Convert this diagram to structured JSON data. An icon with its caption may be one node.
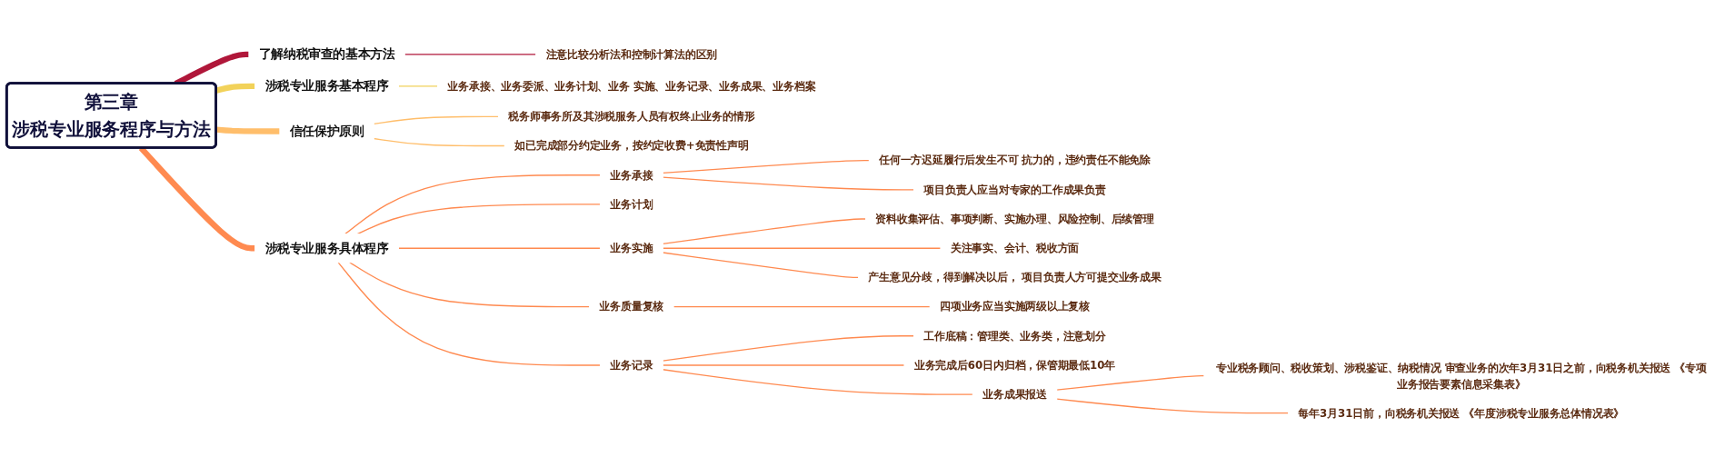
{
  "diagram": {
    "nodes": [
      {
        "text": [
          "第三章",
          "涉税专业服务程序与方法"
        ]
      },
      {
        "text": [
          "了解纳税审查的基本方法"
        ]
      },
      {
        "text": [
          "注意比较分析法和控制计算法的区别"
        ]
      },
      {
        "text": [
          "涉税专业服务基本程序"
        ]
      },
      {
        "text": [
          "业务承接、业务委派、业务计划、业务 实施、业务记录、业务成果、业务档案"
        ]
      },
      {
        "text": [
          "信任保护原则"
        ]
      },
      {
        "text": [
          "税务师事务所及其涉税服务人员有权终止业务的情形"
        ]
      },
      {
        "text": [
          "如已完成部分约定业务，按约定收费+免责性声明"
        ]
      },
      {
        "text": [
          "涉税专业服务具体程序"
        ]
      },
      {
        "text": [
          "业务承接"
        ]
      },
      {
        "text": [
          "任何一方迟延履行后发生不可 抗力的，违约责任不能免除"
        ]
      },
      {
        "text": [
          "项目负责人应当对专家的工作成果负责"
        ]
      },
      {
        "text": [
          "业务计划"
        ]
      },
      {
        "text": [
          "业务实施"
        ]
      },
      {
        "text": [
          "资料收集评估、事项判断、实施办理、风险控制、后续管理"
        ]
      },
      {
        "text": [
          "关注事实、会计、税收方面"
        ]
      },
      {
        "text": [
          "产生意见分歧，得到解决以后， 项目负责人方可提交业务成果"
        ]
      },
      {
        "text": [
          "业务质量复核"
        ]
      },
      {
        "text": [
          "四项业务应当实施两级以上复核"
        ]
      },
      {
        "text": [
          "业务记录"
        ]
      },
      {
        "text": [
          "工作底稿：管理类、业务类，注意划分"
        ]
      },
      {
        "text": [
          "业务完成后60日内归档，保管期最低10年"
        ]
      },
      {
        "text": [
          "业务成果报送"
        ]
      },
      {
        "text": [
          "专业税务顾问、税收策划、涉税鉴证、纳税情况 审查业务的次年3月31日之前，向税务机关报送 《专项业务报告要素信息采集表》"
        ]
      },
      {
        "text": [
          "每年3月31日前，向税务机关报送 《年度涉税专业服务总体情况表》"
        ]
      }
    ],
    "edges": [
      {
        "from": 0,
        "to": 1,
        "arrow": "none",
        "style": "thick",
        "color": "#b0173a"
      },
      {
        "from": 1,
        "to": 2,
        "arrow": "none",
        "color": "#b0173a"
      },
      {
        "from": 0,
        "to": 3,
        "arrow": "none",
        "style": "thick",
        "color": "#f2d25a"
      },
      {
        "from": 3,
        "to": 4,
        "arrow": "none",
        "color": "#f2d25a"
      },
      {
        "from": 0,
        "to": 5,
        "arrow": "none",
        "style": "thick",
        "color": "#ffbe6b"
      },
      {
        "from": 5,
        "to": 6,
        "arrow": "none",
        "color": "#ffbe6b"
      },
      {
        "from": 5,
        "to": 7,
        "arrow": "none",
        "color": "#ffbe6b"
      },
      {
        "from": 0,
        "to": 8,
        "arrow": "none",
        "style": "thick"
      },
      {
        "from": 8,
        "to": 9,
        "arrow": "none"
      },
      {
        "from": 9,
        "to": 10,
        "arrow": "none"
      },
      {
        "from": 9,
        "to": 11,
        "arrow": "none"
      },
      {
        "from": 8,
        "to": 12,
        "arrow": "none"
      },
      {
        "from": 8,
        "to": 13,
        "arrow": "none"
      },
      {
        "from": 13,
        "to": 14,
        "arrow": "none"
      },
      {
        "from": 13,
        "to": 15,
        "arrow": "none"
      },
      {
        "from": 13,
        "to": 16,
        "arrow": "none"
      },
      {
        "from": 8,
        "to": 17,
        "arrow": "none"
      },
      {
        "from": 17,
        "to": 18,
        "arrow": "none"
      },
      {
        "from": 8,
        "to": 19,
        "arrow": "none"
      },
      {
        "from": 19,
        "to": 20,
        "arrow": "none"
      },
      {
        "from": 19,
        "to": 21,
        "arrow": "none"
      },
      {
        "from": 19,
        "to": 22,
        "arrow": "none"
      },
      {
        "from": 22,
        "to": 23,
        "arrow": "none"
      },
      {
        "from": 22,
        "to": 24,
        "arrow": "none"
      }
    ]
  }
}
